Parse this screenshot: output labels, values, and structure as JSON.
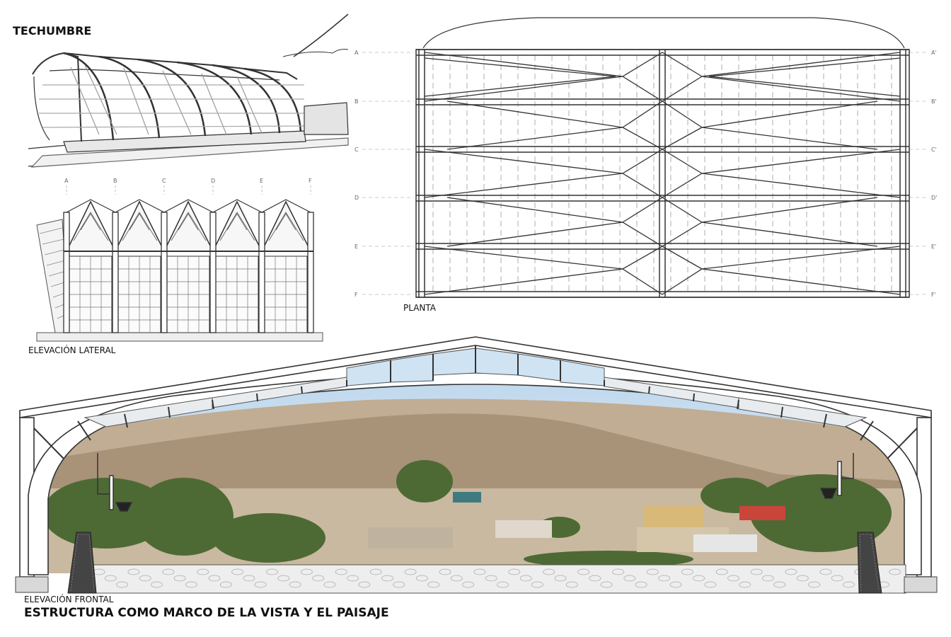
{
  "sheet": {
    "heading": "TECHUMBRE",
    "caption": "ESTRUCTURA COMO MARCO DE LA VISTA Y EL PAISAJE"
  },
  "views": {
    "lateral": "ELEVACIÓN LATERAL",
    "plan": "PLANTA",
    "frontal": "ELEVACIÓN FRONTAL"
  },
  "elevation_axes": [
    "A",
    "B",
    "C",
    "D",
    "E",
    "F"
  ],
  "plan_axes_left": [
    "A",
    "B",
    "C",
    "D",
    "E",
    "F"
  ],
  "plan_axes_right": [
    "A'",
    "B'",
    "C'",
    "D'",
    "E'",
    "F'"
  ],
  "colors": {
    "line": "#333333",
    "sky": "#cfe3f3",
    "mountain": "#a89278",
    "mountain_far": "#c0ad93",
    "vegetation": "#4e6a34",
    "ground": "#c9b9a0",
    "stone": "#e6e6e6"
  }
}
